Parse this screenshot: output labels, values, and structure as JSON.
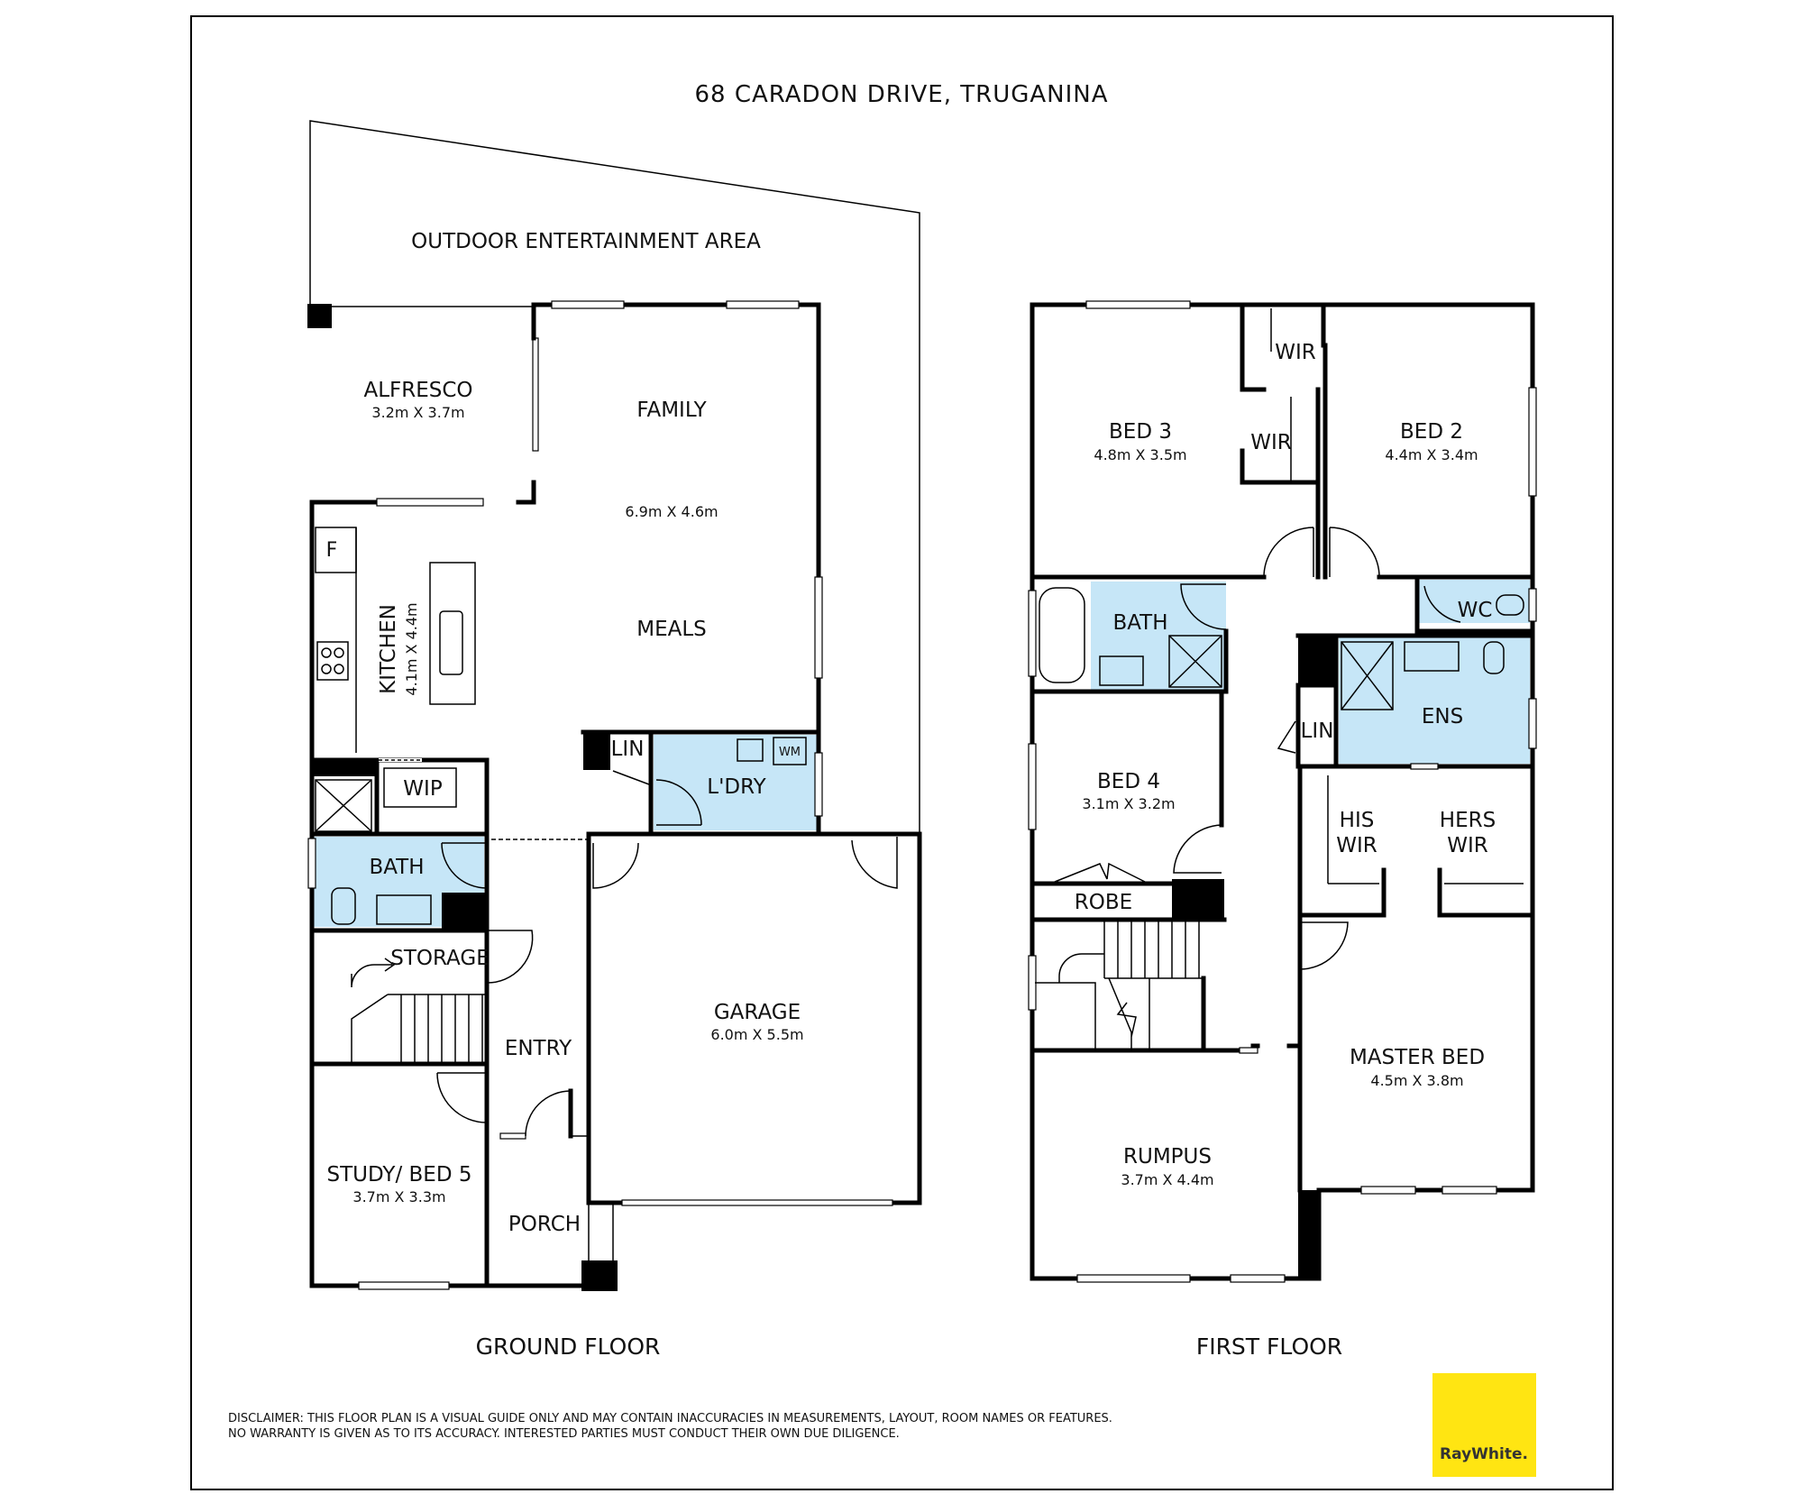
{
  "title": "68 CARADON DRIVE, TRUGANINA",
  "floors": [
    {
      "name": "GROUND FLOOR",
      "rooms": [
        {
          "name": "OUTDOOR ENTERTAINMENT AREA"
        },
        {
          "name": "ALFRESCO",
          "dims": "3.2m X 3.7m"
        },
        {
          "name": "FAMILY",
          "dims": "6.9m X 4.6m"
        },
        {
          "name": "MEALS"
        },
        {
          "name": "KITCHEN",
          "dims": "4.1m X 4.4m"
        },
        {
          "name": "F"
        },
        {
          "name": "WIP"
        },
        {
          "name": "LIN"
        },
        {
          "name": "L'DRY"
        },
        {
          "name": "WM"
        },
        {
          "name": "BATH"
        },
        {
          "name": "STORAGE"
        },
        {
          "name": "ENTRY"
        },
        {
          "name": "GARAGE",
          "dims": "6.0m X 5.5m"
        },
        {
          "name": "STUDY/ BED 5",
          "dims": "3.7m X 3.3m"
        },
        {
          "name": "PORCH"
        }
      ]
    },
    {
      "name": "FIRST FLOOR",
      "rooms": [
        {
          "name": "BED 3",
          "dims": "4.8m X 3.5m"
        },
        {
          "name": "WIR"
        },
        {
          "name": "WIR"
        },
        {
          "name": "BED 2",
          "dims": "4.4m X 3.4m"
        },
        {
          "name": "BATH"
        },
        {
          "name": "WC"
        },
        {
          "name": "ENS"
        },
        {
          "name": "LIN"
        },
        {
          "name": "BED 4",
          "dims": "3.1m X 3.2m"
        },
        {
          "name": "ROBE"
        },
        {
          "name": "HIS WIR"
        },
        {
          "name": "HERS WIR"
        },
        {
          "name": "MASTER BED",
          "dims": "4.5m X 3.8m"
        },
        {
          "name": "RUMPUS",
          "dims": "3.7m X 4.4m"
        }
      ]
    }
  ],
  "disclaimer": [
    "DISCLAIMER: THIS FLOOR PLAN IS A VISUAL GUIDE ONLY AND MAY CONTAIN INACCURACIES IN MEASUREMENTS, LAYOUT, ROOM NAMES OR FEATURES.",
    "NO WARRANTY IS GIVEN AS TO ITS ACCURACY. INTERESTED PARTIES MUST CONDUCT THEIR OWN DUE DILIGENCE."
  ],
  "logo": {
    "text": "RayWhite.",
    "color": "#ffe512"
  },
  "colors": {
    "wet_area": "#c6e6f7",
    "walls": "#000000"
  }
}
